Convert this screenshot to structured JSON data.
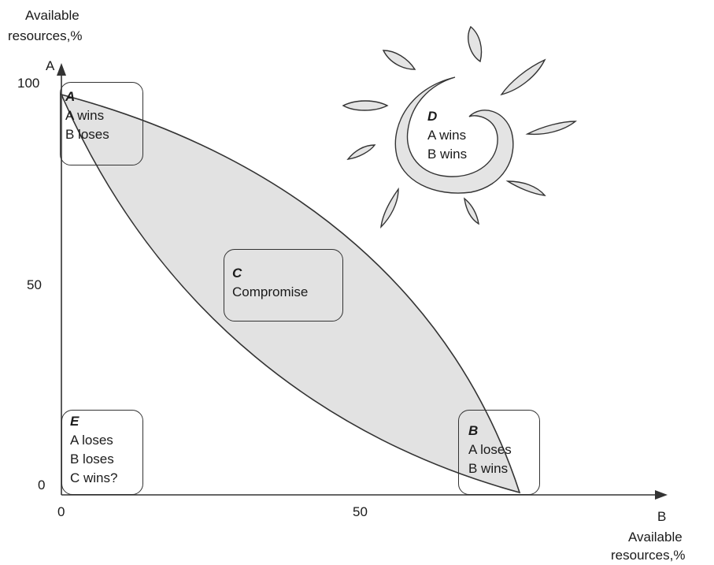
{
  "y_axis": {
    "title_line1": "Available",
    "title_line2": "resources,%",
    "name": "A",
    "ticks": [
      "100",
      "50",
      "0"
    ]
  },
  "x_axis": {
    "name": "B",
    "title_line1": "Available",
    "title_line2": "resources,%",
    "ticks": [
      "0",
      "50"
    ]
  },
  "regions": {
    "a": {
      "letter": "A",
      "line1": "A wins",
      "line2": "B loses"
    },
    "c": {
      "letter": "C",
      "line1": "Compromise"
    },
    "d": {
      "letter": "D",
      "line1": "A wins",
      "line2": "B wins"
    },
    "b": {
      "letter": "B",
      "line1": "A loses",
      "line2": "B wins"
    },
    "e": {
      "letter": "E",
      "line1": "A loses",
      "line2": "B loses",
      "line3": "C wins?"
    }
  },
  "colors": {
    "ink": "#333333",
    "lens_fill": "#e2e2e2",
    "petal_fill": "#e4e4e4"
  }
}
